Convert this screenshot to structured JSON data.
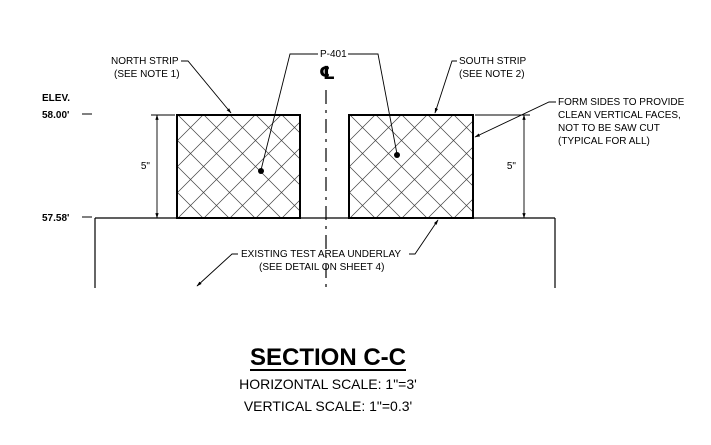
{
  "elevation": {
    "label": "ELEV.",
    "top": "58.00'",
    "bottom": "57.58'"
  },
  "centerline": {
    "ref": "P-401",
    "symbol": "℄"
  },
  "north_strip": {
    "line1": "NORTH STRIP",
    "line2": "(SEE NOTE 1)",
    "dimension": "5\""
  },
  "south_strip": {
    "line1": "SOUTH STRIP",
    "line2": "(SEE NOTE 2)",
    "dimension": "5\""
  },
  "form_note": {
    "lines": [
      "FORM SIDES TO PROVIDE",
      "CLEAN VERTICAL FACES,",
      "NOT TO BE SAW CUT",
      "(TYPICAL FOR ALL)"
    ]
  },
  "underlay": {
    "line1": "EXISTING TEST AREA UNDERLAY",
    "line2": "(SEE DETAIL ON SHEET 4)"
  },
  "section": {
    "title": "SECTION C-C",
    "horizontal_scale": "HORIZONTAL SCALE: 1\"=3'",
    "vertical_scale": "VERTICAL SCALE: 1\"=0.3'"
  }
}
